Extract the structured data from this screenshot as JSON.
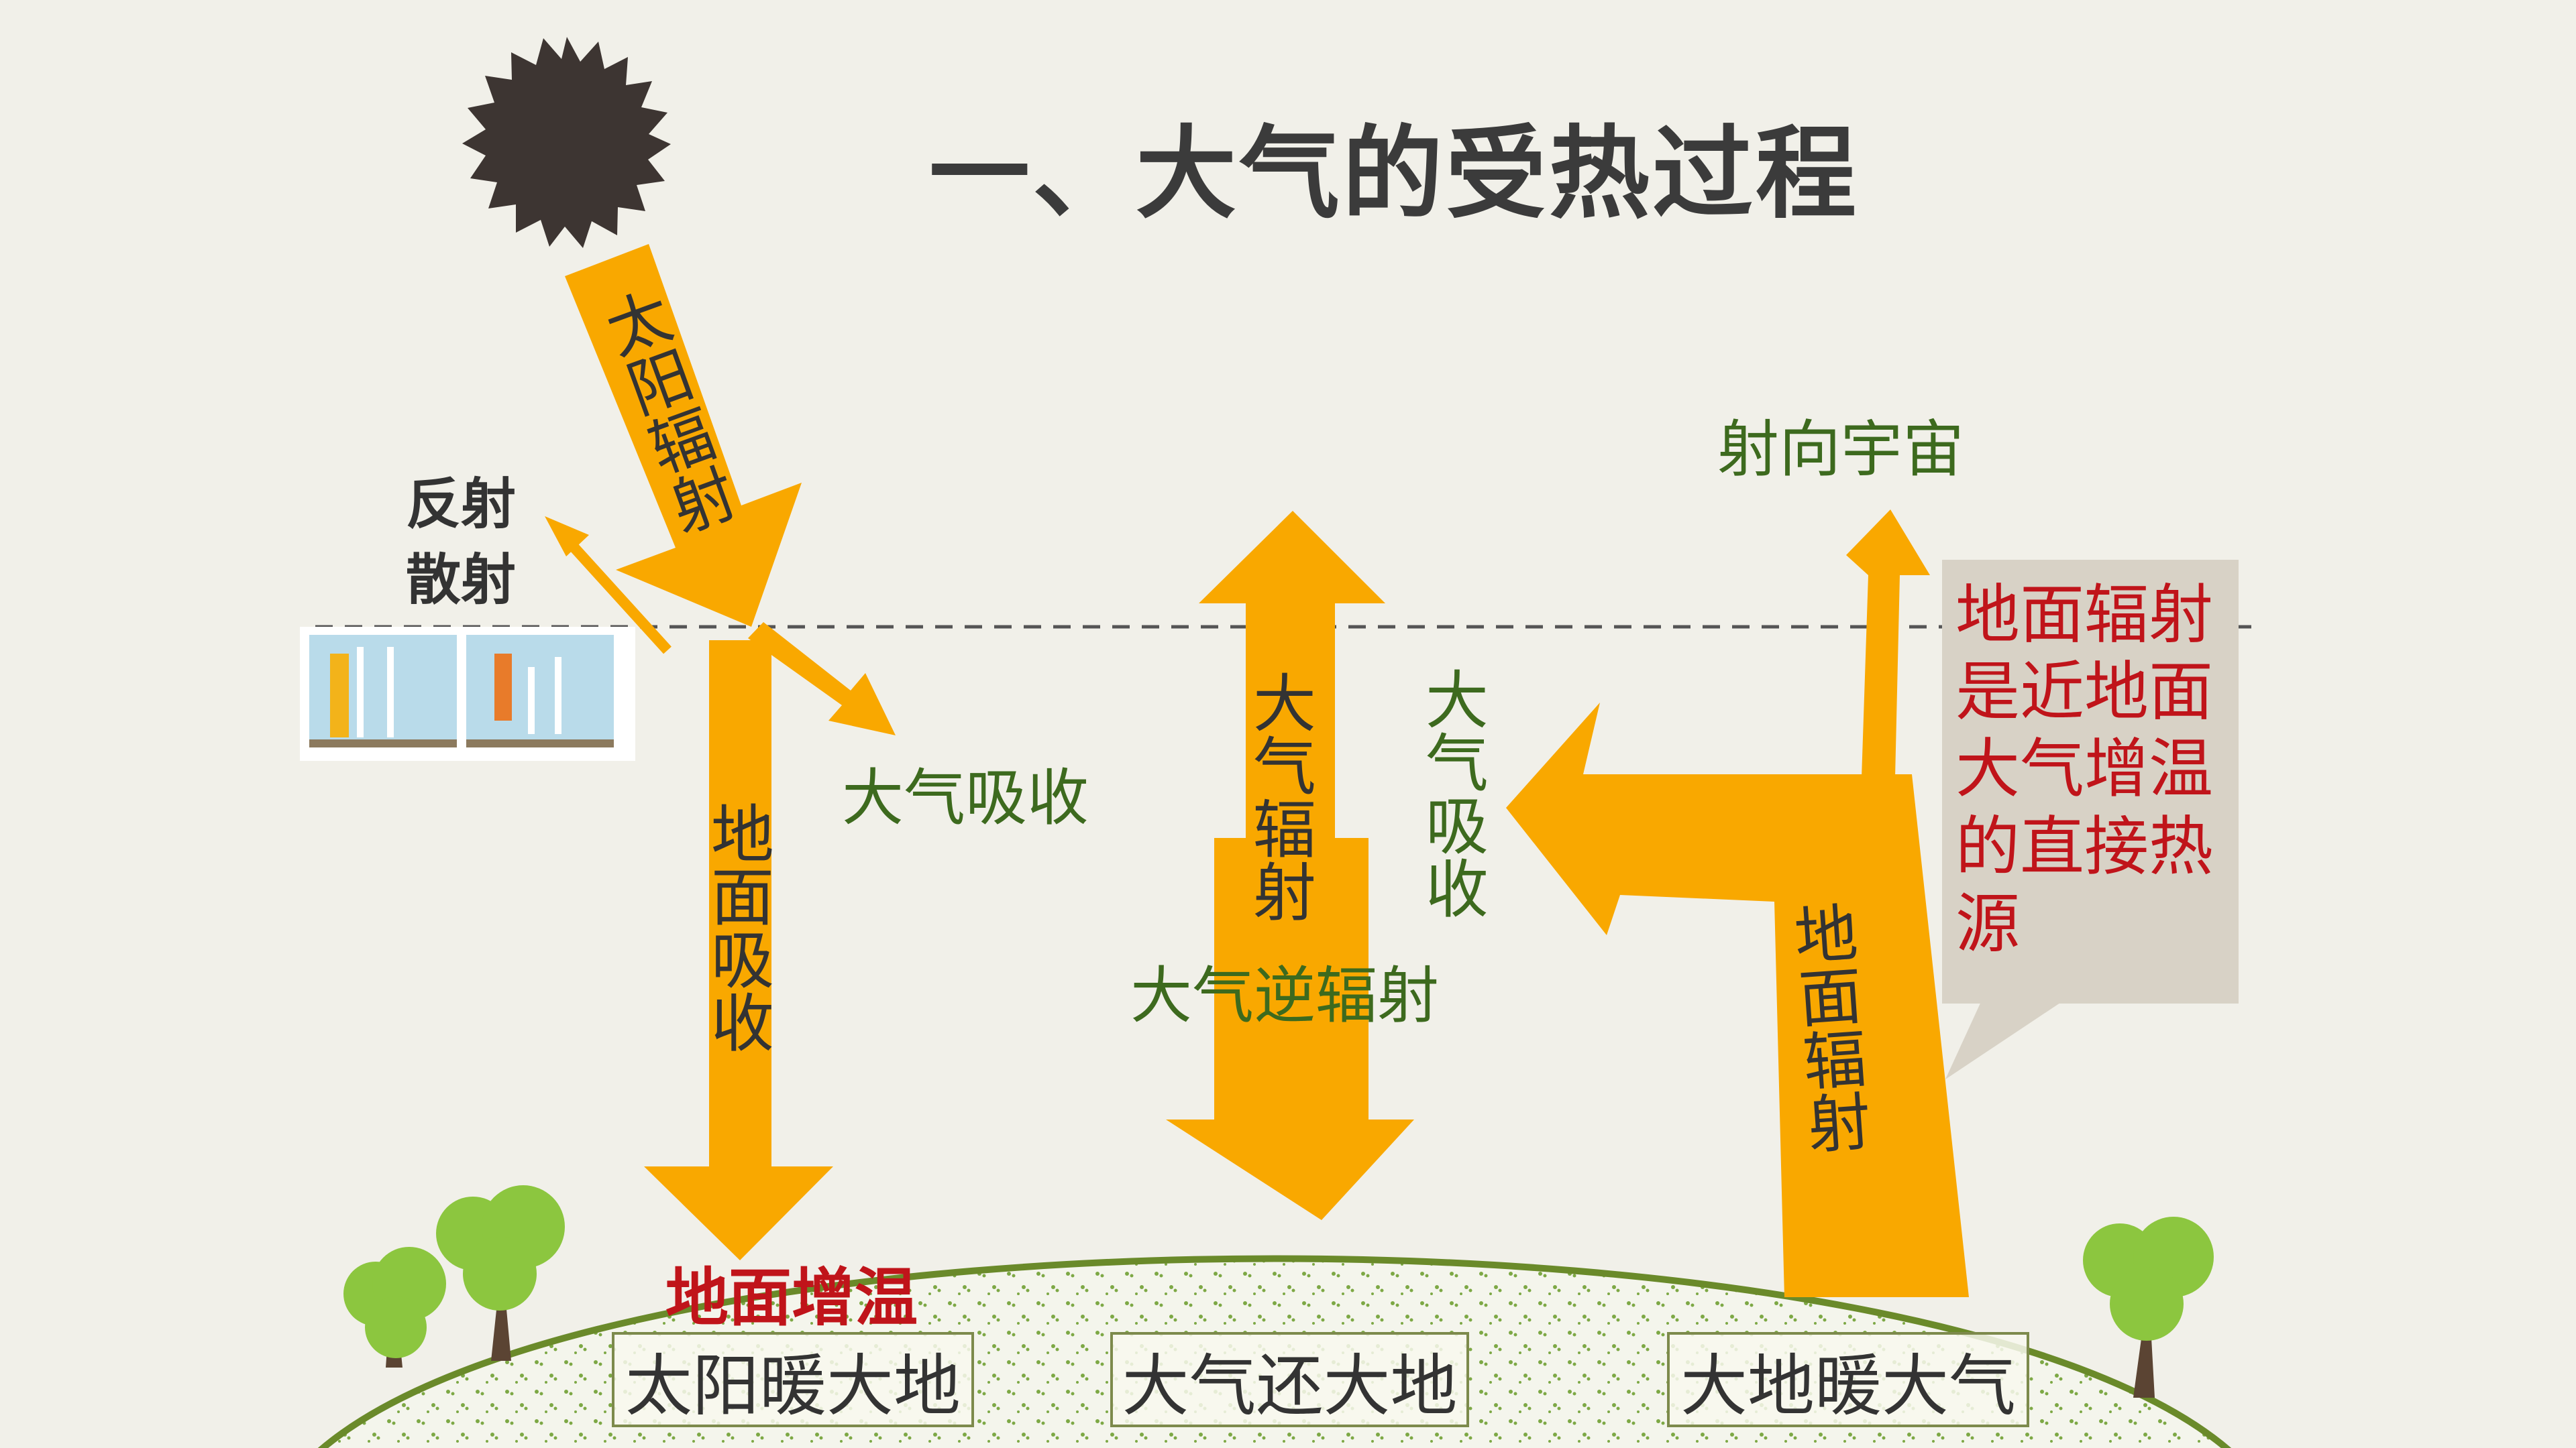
{
  "title": "一、大气的受热过程",
  "labels": {
    "solar_radiation": "太阳辐射",
    "reflect": "反射",
    "scatter": "散射",
    "atmosphere_absorb": "大气吸收",
    "ground_absorb": "地面吸收",
    "atmosphere_radiation": "大气辐射",
    "atmosphere_absorb_vertical": "大气吸收",
    "atmosphere_counter_radiation": "大气逆辐射",
    "to_space": "射向宇宙",
    "ground_radiation": "地面辐射",
    "ground_warming": "地面增温"
  },
  "callout": {
    "text": "地面辐射是近地面大气增温的直接热源"
  },
  "boxes": {
    "sun_warms_earth": "太阳暖大地",
    "atmosphere_returns_earth": "大气还大地",
    "earth_warms_atmosphere": "大地暖大气"
  },
  "colors": {
    "arrow": "#f9a800",
    "sun": "#3d3532",
    "ground_line": "#6a8a2a",
    "tree_green": "#8cc63f",
    "callout_bg": "#d8d2c6",
    "title_text": "#3b3b3b",
    "green_text": "#3d6a1e",
    "red_text": "#c0141a"
  },
  "icons": [
    "sun-icon",
    "tree-icon",
    "thumbnail-image"
  ]
}
